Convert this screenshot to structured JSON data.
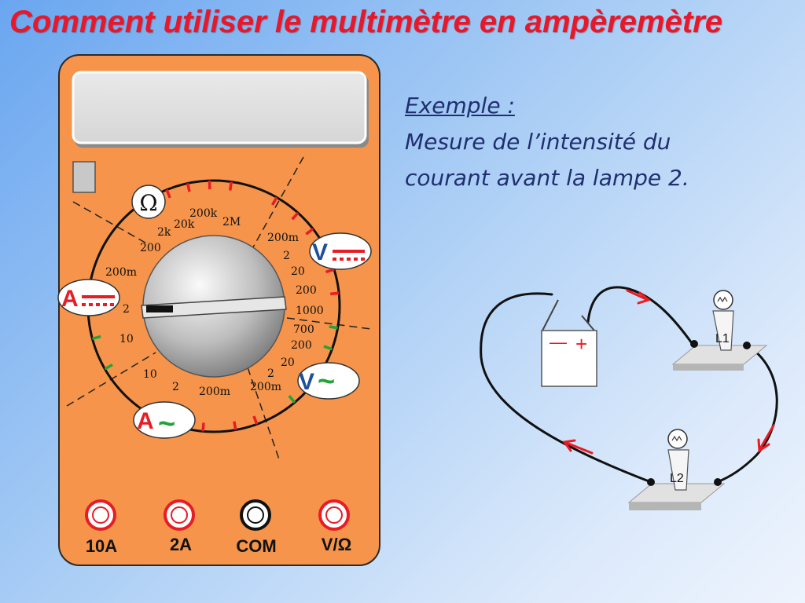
{
  "title": "Comment utiliser le multimètre en ampèremètre",
  "example": {
    "heading": "Exemple :",
    "line1": "Mesure  de l’intensité du",
    "line2": "courant avant la lampe 2."
  },
  "multimeter": {
    "symbols": {
      "ohm": "Ω",
      "v_dc": "V",
      "v_ac": "V",
      "a_dc": "A",
      "a_ac": "A",
      "tilde": "~"
    },
    "ranges": {
      "ohm": [
        "200",
        "2k",
        "20k",
        "200k",
        "2M"
      ],
      "v_dc": [
        "200m",
        "2",
        "20",
        "200",
        "1000"
      ],
      "v_ac": [
        "700",
        "200",
        "20",
        "2",
        "200m"
      ],
      "a_ac": [
        "200m",
        "2",
        "10"
      ],
      "a_dc": [
        "10",
        "2",
        "200m"
      ]
    },
    "sockets": [
      "10A",
      "2A",
      "COM",
      "V/Ω"
    ]
  },
  "circuit": {
    "lamp1_label": "L1",
    "lamp2_label": "L2",
    "battery_minus": "—",
    "battery_plus": "+"
  },
  "colors": {
    "title": "#e8182a",
    "body": "#f5944a",
    "text_blue": "#1f2f6f",
    "arrow": "#e81c24",
    "tick_red": "#e81c24",
    "tick_green": "#22a33a"
  }
}
